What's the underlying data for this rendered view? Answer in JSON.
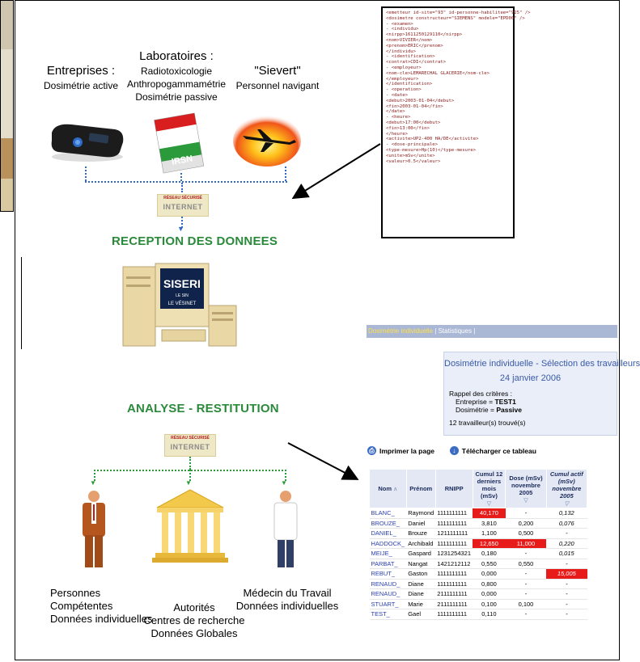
{
  "top": {
    "entreprises": {
      "title": "Entreprises :",
      "line": "Dosimétrie active"
    },
    "laboratoires": {
      "title": "Laboratoires :",
      "lines": [
        "Radiotoxicologie",
        "Anthropogammamétrie",
        "Dosimétrie passive"
      ]
    },
    "sievert": {
      "title": "\"Sievert\"",
      "line": "Personnel navigant"
    },
    "irsn_label": "IRSN"
  },
  "network": {
    "badge_small": "RÉSEAU SÉCURISÉ",
    "badge_big": "INTERNET"
  },
  "reception_title": "RECEPTION DES DONNEES",
  "siseri": {
    "title": "SISERI",
    "sub1": "LE SIN",
    "sub2": "LE VÉSINET"
  },
  "analyse_title": "ANALYSE - RESTITUTION",
  "bottom": {
    "personnes": {
      "line1": "Personnes Compétentes",
      "line2": "Données individuelles"
    },
    "autorites": {
      "line1": "Autorités",
      "line2": "Centres de recherche",
      "line3": "Données Globales"
    },
    "medecine": {
      "line1": "Médecin du Travail",
      "line2": "Données individuelles"
    }
  },
  "xml_lines": [
    "<emetteur id-site=\"93\" id-personne-habilitee=\"925\" />",
    "<dosimetre constructeur=\"SIEMENS\" modele=\"EPD00\" />",
    "- <examen>",
    "  - <individu>",
    "      <nirpp>1611250129110</nirpp>",
    "      <nom>VIVIER</nom>",
    "      <prenom>ERIC</prenom>",
    "    </individu>",
    "  - <identification>",
    "      <contrat>CDI</contrat>",
    "    - <employeur>",
    "        <nom-cle>LEMARECHAL GLACERIE</nom-cle>",
    "      </employeur>",
    "    </identification>",
    "  - <operation>",
    "    - <date>",
    "        <debut>2003-01-04</debut>",
    "        <fin>2003-01-04</fin>",
    "      </date>",
    "    - <heure>",
    "        <debut>17:00</debut>",
    "        <fin>13:00</fin>",
    "      </heure>",
    "    <activite>UP2-400 HA/DE</activite>",
    "  - <dose-principale>",
    "      <type-mesure>Hp(10)</type-mesure>",
    "      <unite>mSv</unite>",
    "      <valeur>0.5</valeur>"
  ],
  "web": {
    "tab_active": "Dosimétrie individuelle",
    "tab_sep": "|",
    "tab_other": "Statistiques",
    "tab_sep2": "|",
    "header": "Dosimétrie individuelle - Sélection des travailleurs",
    "date": "24 janvier 2006",
    "rappel": "Rappel des critères :",
    "entreprise_label": "Entreprise =",
    "entreprise_value": "TEST1",
    "dosimetrie_label": "Dosimétrie =",
    "dosimetrie_value": "Passive",
    "found": "12 travailleur(s) trouvé(s)",
    "print": "Imprimer la page",
    "download": "Télécharger ce tableau",
    "columns": [
      "Nom",
      "Prénom",
      "RNIPP",
      "Cumul 12 derniers mois (mSv)",
      "Dose (mSv) novembre 2005",
      "Cumul actif (mSv) novembre 2005"
    ],
    "rows": [
      [
        "BLANC_",
        "Raymond",
        "1111111111",
        "40,170",
        "-",
        "0,132"
      ],
      [
        "BROUZE_",
        "Daniel",
        "1111111111",
        "3,810",
        "0,200",
        "0,076"
      ],
      [
        "DANIEL_",
        "Brouze",
        "1211111111",
        "1,100",
        "0,500",
        "-"
      ],
      [
        "HADDOCK_",
        "Archibald",
        "1111111111",
        "12,650",
        "11,000",
        "0,220"
      ],
      [
        "MEIJE_",
        "Gaspard",
        "1231254321",
        "0,180",
        "-",
        "0,015"
      ],
      [
        "PARBAT_",
        "Nangat",
        "1421212112",
        "0,550",
        "0,550",
        "-"
      ],
      [
        "REBUT_",
        "Gaston",
        "1111111111",
        "0,000",
        "-",
        "15,005"
      ],
      [
        "RENAUD_",
        "Diane",
        "1111111111",
        "0,800",
        "-",
        "-"
      ],
      [
        "RENAUD_",
        "Diane",
        "2111111111",
        "0,000",
        "-",
        "-"
      ],
      [
        "STUART_",
        "Marie",
        "2111111111",
        "0,100",
        "0,100",
        "-"
      ],
      [
        "TEST_",
        "Gael",
        "1111111111",
        "0,110",
        "-",
        "-"
      ]
    ],
    "highlights": [
      [
        0,
        3
      ],
      [
        3,
        3
      ],
      [
        3,
        4
      ],
      [
        6,
        5
      ]
    ],
    "colors": {
      "highlight": "#e81b1b",
      "link": "#2a3fb0",
      "tab_bg": "#aab8d6",
      "title_green": "#2a8a3a"
    }
  }
}
